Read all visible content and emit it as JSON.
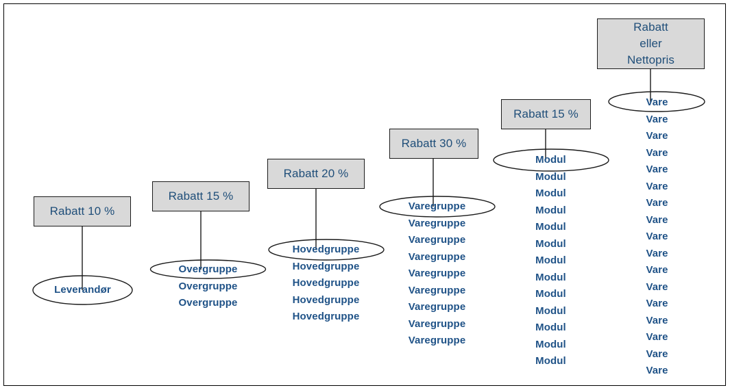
{
  "diagram": {
    "title": "Rabattstruktur",
    "background_color": "#ffffff",
    "frame_color": "#000000",
    "box_fill_color": "#d9d9d9",
    "box_border_color": "#1a1a1a",
    "box_text_color": "#1f4e79",
    "entity_text_color": "#1f5287",
    "ellipse_stroke_color": "#1a1a1a",
    "connector_color": "#1a1a1a"
  },
  "levels": [
    {
      "id": "leverandor",
      "discount_label": "Rabatt 10 %",
      "entity_label": "Leverandør",
      "entity_count": 1,
      "entities": [
        "Leverandør"
      ]
    },
    {
      "id": "overgruppe",
      "discount_label": "Rabatt 15 %",
      "entity_label": "Overgruppe",
      "entity_count": 3,
      "entities": [
        "Overgruppe",
        "Overgruppe",
        "Overgruppe"
      ]
    },
    {
      "id": "hovedgruppe",
      "discount_label": "Rabatt 20 %",
      "entity_label": "Hovedgruppe",
      "entity_count": 5,
      "entities": [
        "Hovedgruppe",
        "Hovedgruppe",
        "Hovedgruppe",
        "Hovedgruppe",
        "Hovedgruppe"
      ]
    },
    {
      "id": "varegruppe",
      "discount_label": "Rabatt 30 %",
      "entity_label": "Varegruppe",
      "entity_count": 9,
      "entities": [
        "Varegruppe",
        "Varegruppe",
        "Varegruppe",
        "Varegruppe",
        "Varegruppe",
        "Varegruppe",
        "Varegruppe",
        "Varegruppe",
        "Varegruppe"
      ]
    },
    {
      "id": "modul",
      "discount_label": "Rabatt 15 %",
      "entity_label": "Modul",
      "entity_count": 13,
      "entities": [
        "Modul",
        "Modul",
        "Modul",
        "Modul",
        "Modul",
        "Modul",
        "Modul",
        "Modul",
        "Modul",
        "Modul",
        "Modul",
        "Modul",
        "Modul"
      ]
    },
    {
      "id": "vare",
      "discount_label": "Rabatt\neller\nNettopris",
      "entity_label": "Vare",
      "entity_count": 17,
      "entities": [
        "Vare",
        "Vare",
        "Vare",
        "Vare",
        "Vare",
        "Vare",
        "Vare",
        "Vare",
        "Vare",
        "Vare",
        "Vare",
        "Vare",
        "Vare",
        "Vare",
        "Vare",
        "Vare",
        "Vare"
      ]
    }
  ]
}
